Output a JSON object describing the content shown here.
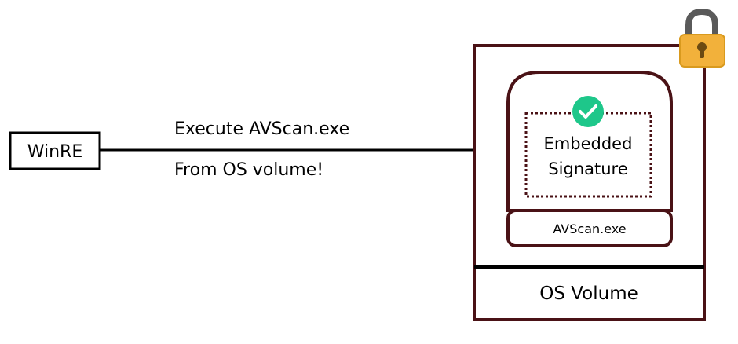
{
  "source": {
    "label": "WinRE"
  },
  "arrow": {
    "line1": "Execute AVScan.exe",
    "line2": "From OS volume!"
  },
  "volume": {
    "label": "OS Volume"
  },
  "file": {
    "name": "AVScan.exe",
    "signature_line1": "Embedded",
    "signature_line2": "Signature",
    "signature_status": "verified",
    "check_icon": "check-circle-icon"
  },
  "lock_icon": "padlock-icon",
  "colors": {
    "border_dark": "#4a1216",
    "check_green": "#1ec78a",
    "lock_gold": "#f2b13b",
    "lock_gold_dark": "#d99a1e",
    "shackle_gray": "#5a5a5a",
    "keyhole": "#6b4a12",
    "line": "#000000"
  }
}
